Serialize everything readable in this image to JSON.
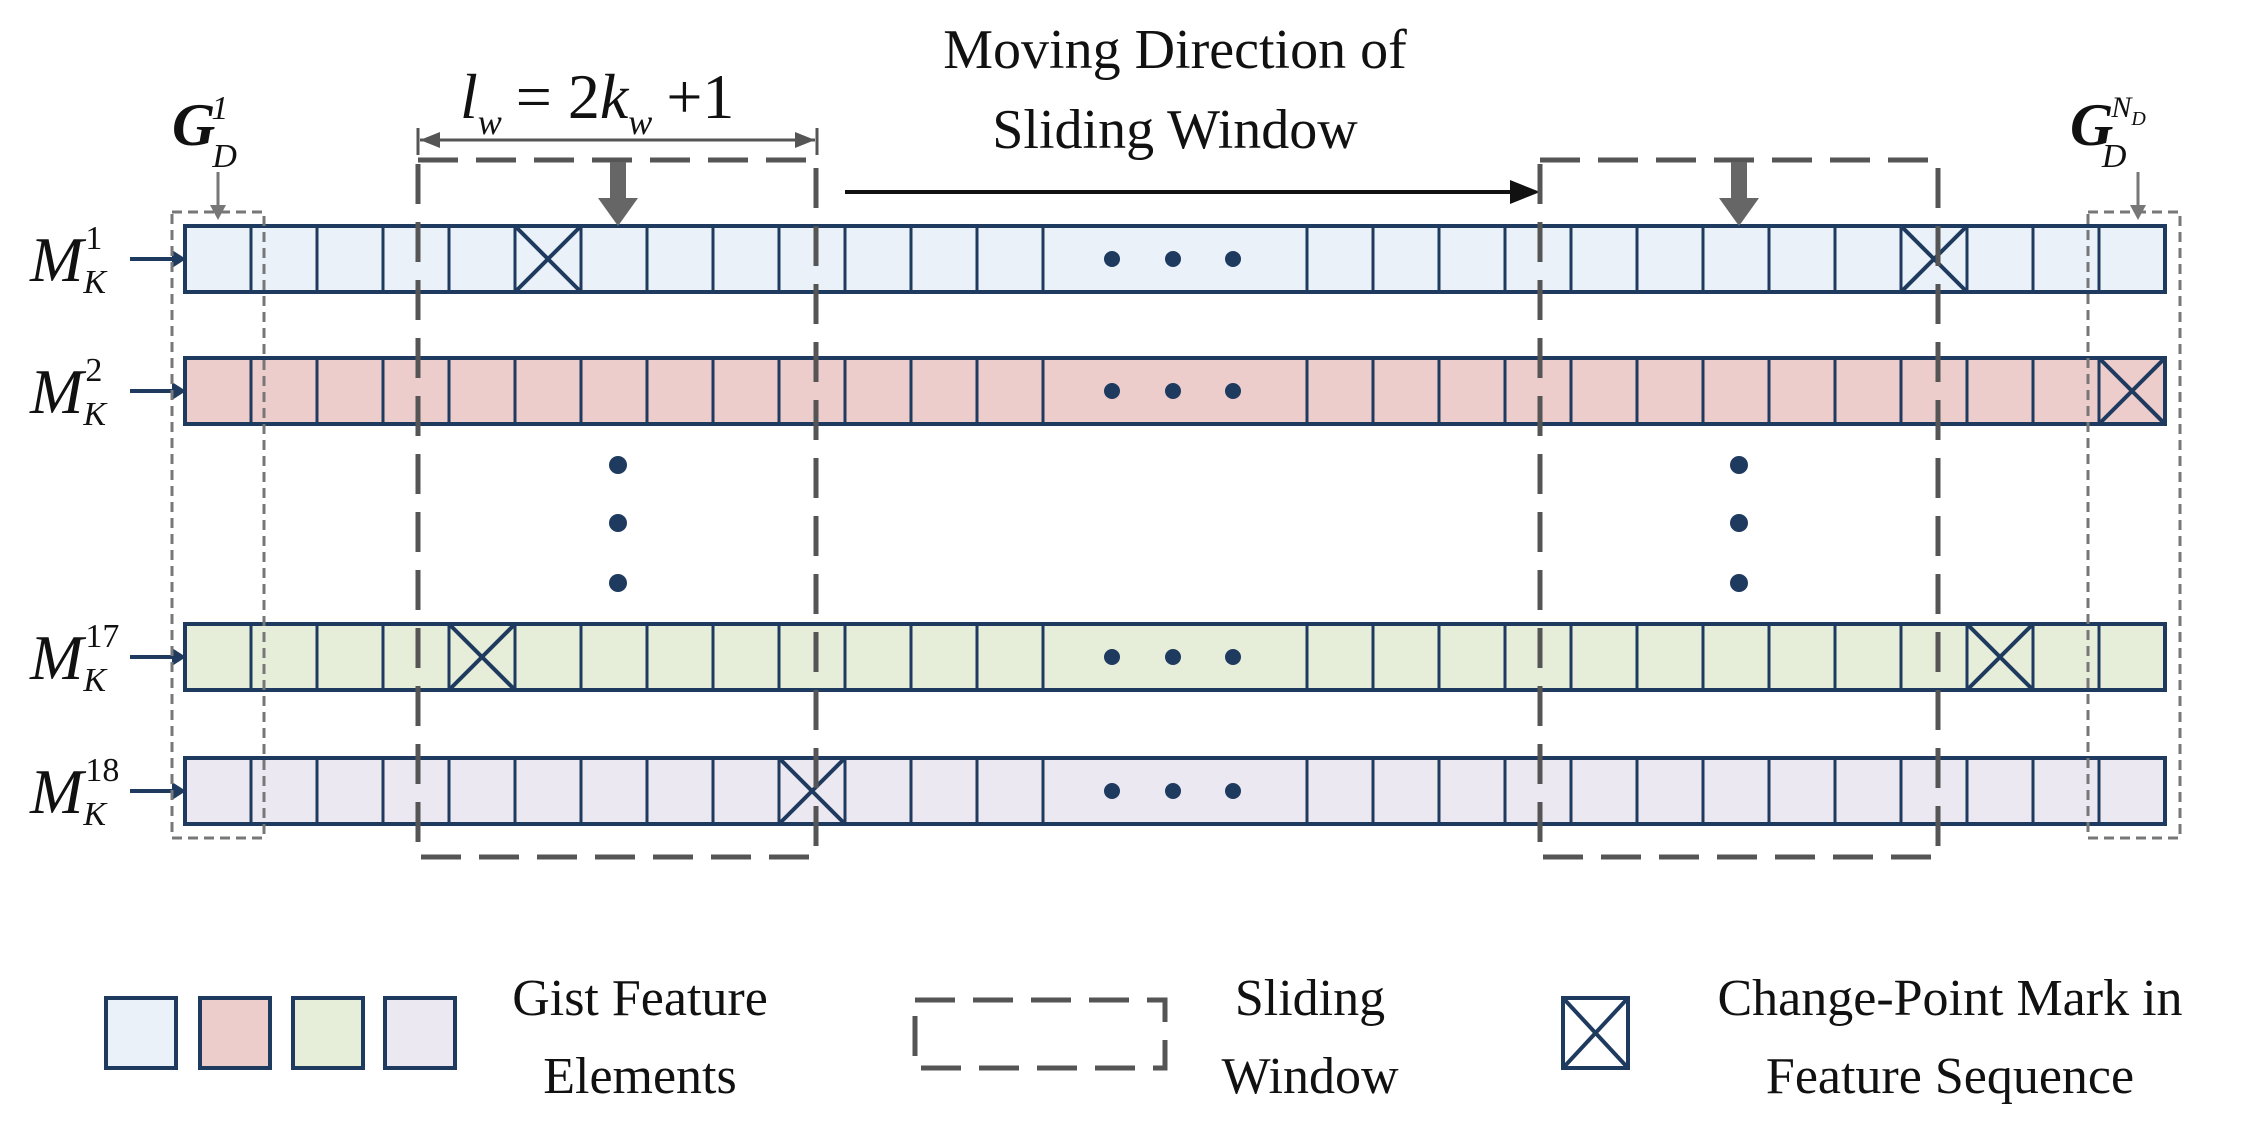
{
  "title": {
    "line1": "Moving Direction of",
    "line2": "Sliding Window"
  },
  "window_formula": {
    "l": "l",
    "w1": "w",
    "eq": "= 2",
    "k": "k",
    "w2": "w",
    "plus": "+1"
  },
  "column_labels": {
    "first_base": "G",
    "first_sub": "D",
    "first_sup": "1",
    "last_base": "G",
    "last_sub": "D",
    "last_sup_N": "N",
    "last_sup_D": "D"
  },
  "rows": [
    {
      "base": "M",
      "sub": "K",
      "sup": "1",
      "color": "#eaf1f8",
      "marks": [
        5,
        22
      ]
    },
    {
      "base": "M",
      "sub": "K",
      "sup": "2",
      "color": "#edcccc",
      "marks": [
        25
      ]
    },
    {
      "base": "M",
      "sub": "K",
      "sup": "17",
      "color": "#e6edd9",
      "marks": [
        4,
        23
      ]
    },
    {
      "base": "M",
      "sub": "K",
      "sup": "18",
      "color": "#ece8f1",
      "marks": [
        9
      ]
    }
  ],
  "legend": {
    "gist_line1": "Gist Feature",
    "gist_line2": "Elements",
    "window_line1": "Sliding",
    "window_line2": "Window",
    "mark_line1": "Change-Point Mark in",
    "mark_line2": "Feature Sequence"
  },
  "colors": {
    "outline": "#1f3a5f",
    "dot": "#1f3a5f",
    "dashed": "#555555",
    "legend_swatches": [
      "#eaf1f8",
      "#edcccc",
      "#e6edd9",
      "#ece8f1"
    ]
  }
}
